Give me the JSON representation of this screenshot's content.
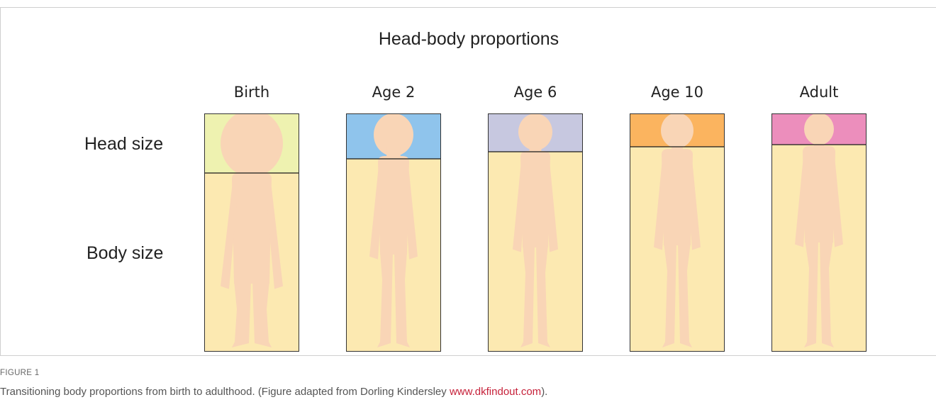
{
  "figure": {
    "title": "Head-body proportions",
    "row_labels": {
      "head": "Head size",
      "body": "Body size"
    },
    "stages": [
      {
        "label": "Birth",
        "head_color": "#eef2b0",
        "head_fraction_of_height": 0.25
      },
      {
        "label": "Age 2",
        "head_color": "#8fc4ec",
        "head_fraction_of_height": 0.19
      },
      {
        "label": "Age 6",
        "head_color": "#c7c8e0",
        "head_fraction_of_height": 0.16
      },
      {
        "label": "Age 10",
        "head_color": "#fbb45f",
        "head_fraction_of_height": 0.14
      },
      {
        "label": "Adult",
        "head_color": "#ec8ebc",
        "head_fraction_of_height": 0.13
      }
    ],
    "body_color": "#fce9b1",
    "silhouette_color": "#f9d5b6"
  },
  "caption": {
    "label": "FIGURE 1",
    "text_before": "Transitioning body proportions from birth to adulthood. (Figure adapted from Dorling Kindersley ",
    "link": "www.dkfindout.com",
    "text_after": ")."
  }
}
